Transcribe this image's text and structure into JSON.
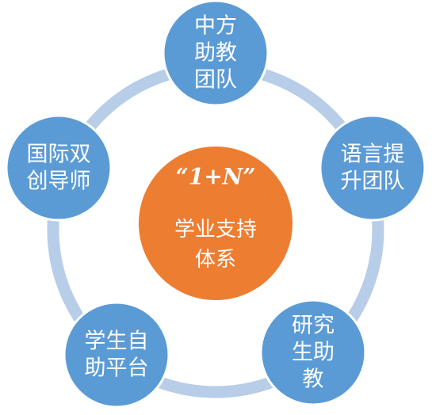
{
  "colors": {
    "ring": "#b7cde8",
    "node_fill": "#5b9bd5",
    "node_stroke": "#ffffff",
    "center_fill": "#ed7d31"
  },
  "center": {
    "title": "“1+N”",
    "lines": [
      "学业支持",
      "体系"
    ]
  },
  "nodes": [
    {
      "lines": [
        "中方",
        "助教",
        "团队"
      ]
    },
    {
      "lines": [
        "语言提",
        "升团队"
      ]
    },
    {
      "lines": [
        "研究",
        "生助",
        "教"
      ]
    },
    {
      "lines": [
        "学生自",
        "助平台"
      ]
    },
    {
      "lines": [
        "国际双",
        "创导师"
      ]
    }
  ]
}
